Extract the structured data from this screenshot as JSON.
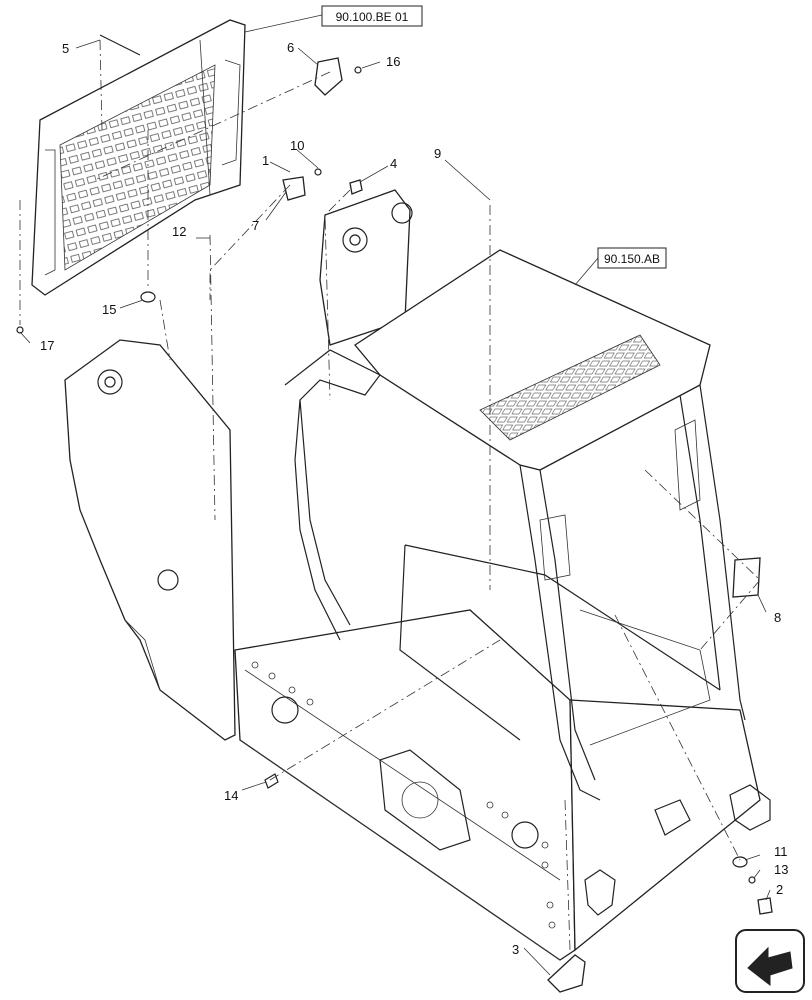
{
  "callouts": {
    "c1": "1",
    "c2": "2",
    "c3": "3",
    "c4": "4",
    "c5": "5",
    "c6": "6",
    "c7": "7",
    "c8": "8",
    "c9": "9",
    "c10": "10",
    "c11": "11",
    "c12": "12",
    "c13": "13",
    "c14": "14",
    "c15": "15",
    "c16": "16",
    "c17": "17"
  },
  "references": {
    "screen_ref": "90.100.BE 01",
    "cab_ref": "90.150.AB"
  },
  "icons": {
    "direction": "arrow-icon"
  }
}
